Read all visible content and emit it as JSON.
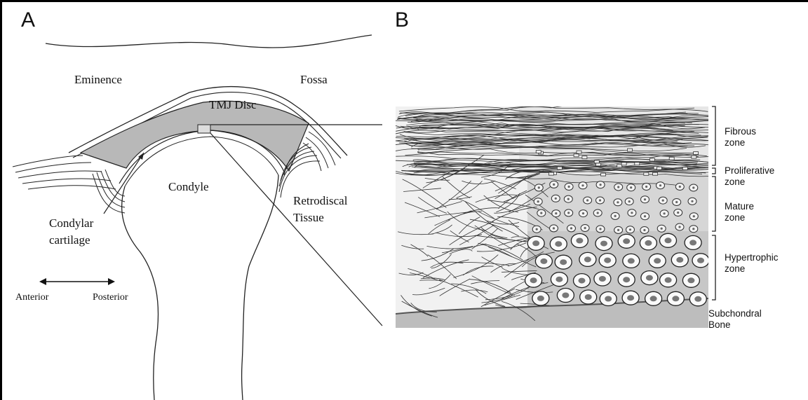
{
  "panel_a": {
    "letter": "A",
    "labels": {
      "eminence": "Eminence",
      "fossa": "Fossa",
      "tmj_disc": "TMJ Disc",
      "condyle": "Condyle",
      "retrodiscal_1": "Retrodiscal",
      "retrodiscal_2": "Tissue",
      "cartilage_1": "Condylar",
      "cartilage_2": "cartilage",
      "anterior": "Anterior",
      "posterior": "Posterior"
    }
  },
  "panel_b": {
    "letter": "B",
    "zones": [
      {
        "line1": "Fibrous",
        "line2": "zone"
      },
      {
        "line1": "Proliferative",
        "line2": "zone"
      },
      {
        "line1": "Mature",
        "line2": "zone"
      },
      {
        "line1": "Hypertrophic",
        "line2": "zone"
      },
      {
        "line1": "Subchondral",
        "line2": "Bone"
      }
    ]
  },
  "colors": {
    "disc_fill": "#b8b8b8",
    "tissue_gray": "#c4c4c4",
    "line": "#222222"
  }
}
